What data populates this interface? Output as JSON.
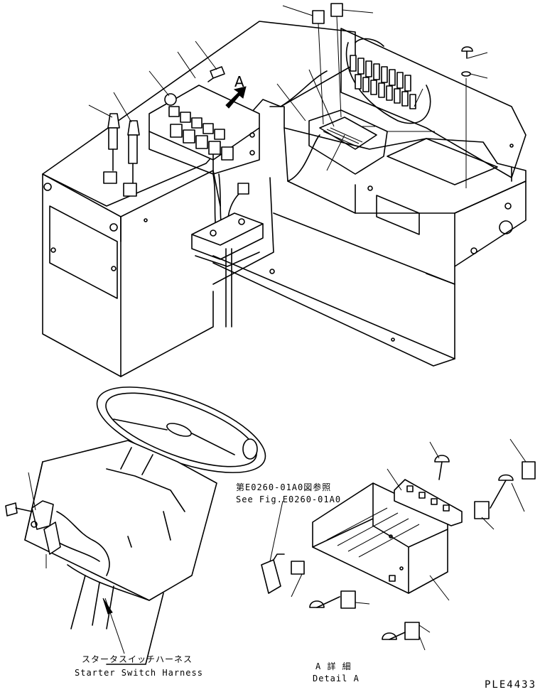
{
  "view_marker": "A",
  "callout_ref": {
    "jp": "第E0260-01A0図参照",
    "en": "See Fig.E0260-01A0"
  },
  "harness_label": {
    "jp": "スタータスイッチハーネス",
    "en": "Starter Switch Harness"
  },
  "detail_label": {
    "jp": "A 詳 細",
    "en": "Detail A"
  },
  "drawing_code": "PLE4433"
}
